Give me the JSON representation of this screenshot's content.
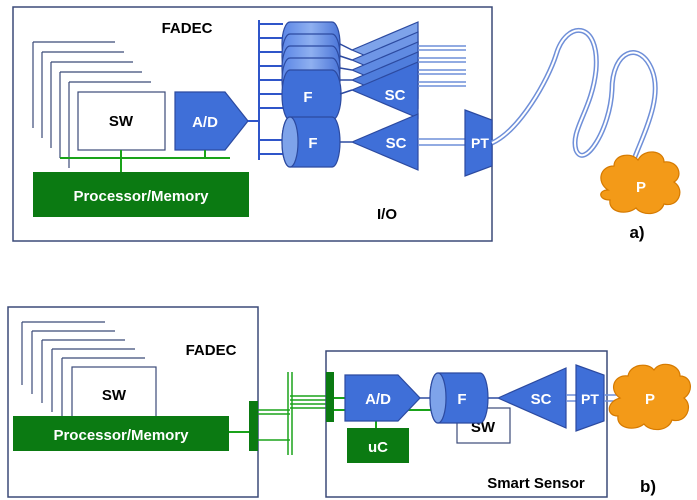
{
  "colors": {
    "box_stroke": "#3b4a78",
    "block_fill": "#3f6fd8",
    "block_light": "#7ea3ea",
    "block_stroke": "#2c4aa0",
    "green_fill": "#0b7a12",
    "bus_green": "#1aa31a",
    "bus_blue": "#2f55c9",
    "pressure_fill": "#f39a18",
    "text_dark": "#000000",
    "text_light": "#ffffff"
  },
  "diagram_a": {
    "fadec_label": "FADEC",
    "sw_label": "SW",
    "ad_label": "A/D",
    "processor_label": "Processor/Memory",
    "filter_label": "F",
    "sc_label": "SC",
    "pt_label": "PT",
    "pressure_label": "P",
    "io_label": "I/O",
    "caption": "a)"
  },
  "diagram_b": {
    "fadec_label": "FADEC",
    "sw_label": "SW",
    "processor_label": "Processor/Memory",
    "ad_label": "A/D",
    "filter_label": "F",
    "sc_label": "SC",
    "pt_label": "PT",
    "pressure_label": "P",
    "uc_label": "uC",
    "sensor_sw_label": "SW",
    "smart_sensor_label": "Smart Sensor",
    "caption": "b)"
  }
}
